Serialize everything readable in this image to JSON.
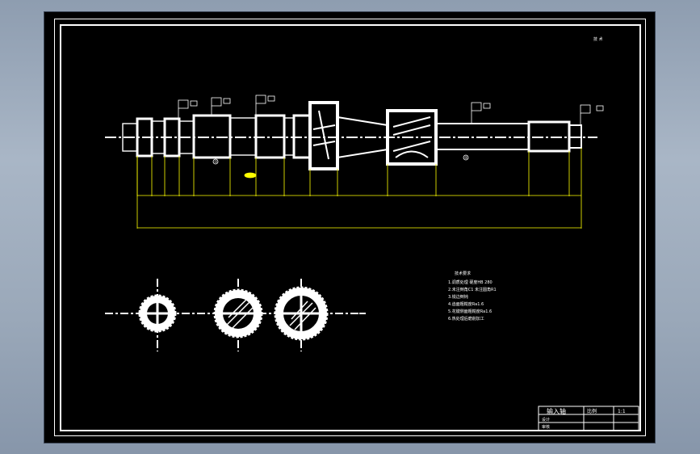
{
  "sheet": {
    "corner_mark": "技 术"
  },
  "drawing": {
    "part_labels": [
      "①",
      "②"
    ]
  },
  "tech_notes": {
    "title": "技术要求",
    "lines": [
      "1.调质处理 硬度HB 280",
      "2.未注倒角C1 未注圆角R1",
      "3.锐边倒钝",
      "4.齿面粗糙度Ra1.6",
      "5.花键侧面粗糙度Ra1.6",
      "6.热处理后磨削加工"
    ]
  },
  "title_block": {
    "name": "输入轴",
    "scale": "1:1",
    "sheet": "比例",
    "row2": "设计",
    "row3": "审核"
  },
  "colors": {
    "sheet_background": "#000000",
    "line_white": "#ffffff",
    "dimension_yellow": "#ffff00",
    "surround": "#9aa8b9"
  }
}
